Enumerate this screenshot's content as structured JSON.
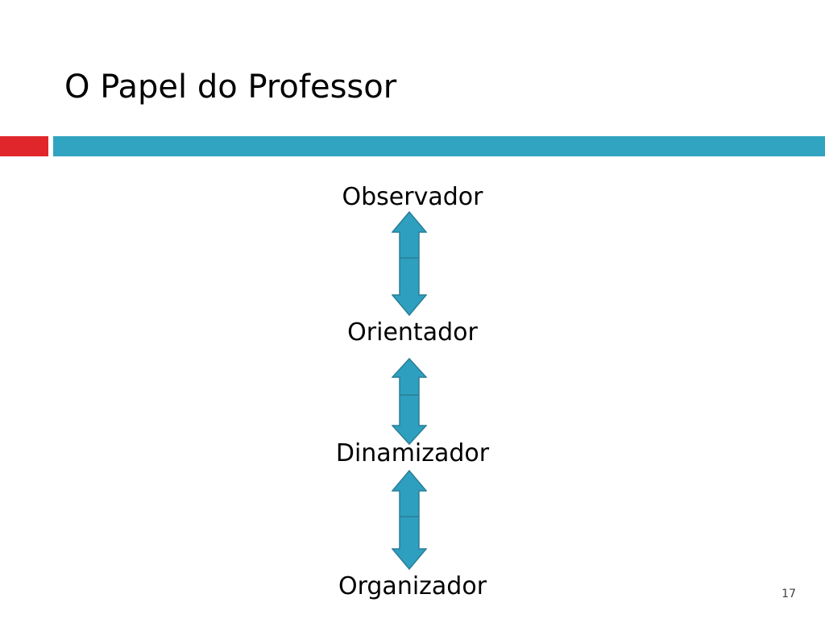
{
  "slide": {
    "title": "O Papel do Professor",
    "page_number": "17"
  },
  "diagram": {
    "nodes": [
      {
        "label": "Observador"
      },
      {
        "label": "Orientador"
      },
      {
        "label": "Dinamizador"
      },
      {
        "label": "Organizador"
      }
    ],
    "connectors": [
      {
        "from": "Observador",
        "to": "Orientador",
        "type": "bidirectional-arrow"
      },
      {
        "from": "Orientador",
        "to": "Dinamizador",
        "type": "bidirectional-arrow"
      },
      {
        "from": "Dinamizador",
        "to": "Organizador",
        "type": "bidirectional-arrow"
      }
    ]
  },
  "colors": {
    "accent_red": "#e0262b",
    "accent_teal": "#30a4c0",
    "arrow_fill": "#2e9fbf",
    "arrow_stroke": "#2a7f96"
  }
}
